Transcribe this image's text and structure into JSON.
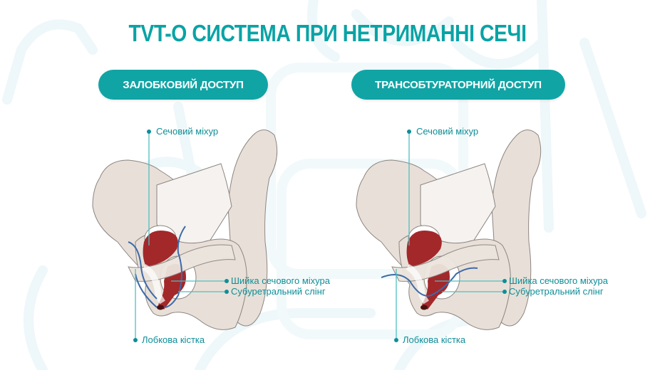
{
  "title": "TVT-O СИСТЕМА ПРИ НЕТРИМАННІ СЕЧІ",
  "panels": [
    {
      "heading": "ЗАЛОБКОВИЙ ДОСТУП",
      "labels": {
        "bladder": "Сечовий міхур",
        "bladder_neck": "Шийка сечового міхура",
        "sling": "Субуретральний слінг",
        "pubic_bone": "Лобкова кістка"
      }
    },
    {
      "heading": "ТРАНСОБТУРАТОРНИЙ ДОСТУП",
      "labels": {
        "bladder": "Сечовий міхур",
        "bladder_neck": "Шийка сечового міхура",
        "sling": "Субуретральний слінг",
        "pubic_bone": "Лобкова кістка"
      }
    }
  ],
  "colors": {
    "accent": "#0aa3a5",
    "label_text": "#0d8e97",
    "leader_line": "#4fbfc0",
    "bone_fill": "#e8e0d8",
    "bone_stroke": "#8c8580",
    "bladder": "#a3282a",
    "sling": "#3e6aa8",
    "background_deco": "#eef8fa"
  }
}
